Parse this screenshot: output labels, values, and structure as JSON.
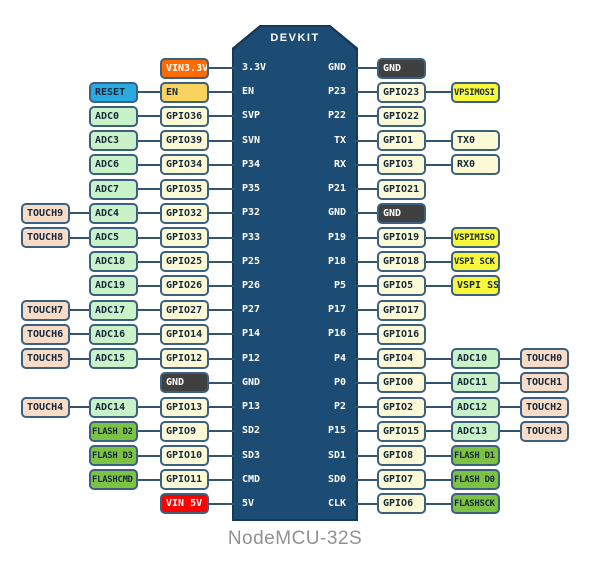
{
  "chip": {
    "title": "DEVKIT"
  },
  "board": {
    "name": "NodeMCU-32S"
  },
  "colors": {
    "chip_fill": "#1c4b73",
    "chip_border": "#143a5a",
    "wire": "#34536f",
    "box_border": "#3c6080",
    "gpio": "#fcfad6",
    "adc": "#c9f2c9",
    "touch": "#f8dcc8",
    "flash": "#7dc242",
    "special_yellow": "#f8f73c",
    "en_gold": "#f8d35e",
    "vin33_orange": "#ff6b00",
    "vin5_red": "#fe0000",
    "reset_blue": "#29abe2",
    "gnd_dark": "#404040"
  },
  "left_rows": [
    {
      "pin": "3.3V",
      "boxes": [
        {
          "col": 2,
          "label": "VIN3.3V",
          "type": "orange"
        }
      ]
    },
    {
      "pin": "EN",
      "boxes": [
        {
          "col": 1,
          "label": "RESET",
          "type": "blue"
        },
        {
          "col": 2,
          "label": "EN",
          "type": "gold"
        }
      ]
    },
    {
      "pin": "SVP",
      "boxes": [
        {
          "col": 1,
          "label": "ADC0",
          "type": "adc"
        },
        {
          "col": 2,
          "label": "GPIO36",
          "type": "gpio"
        }
      ]
    },
    {
      "pin": "SVN",
      "boxes": [
        {
          "col": 1,
          "label": "ADC3",
          "type": "adc"
        },
        {
          "col": 2,
          "label": "GPIO39",
          "type": "gpio"
        }
      ]
    },
    {
      "pin": "P34",
      "boxes": [
        {
          "col": 1,
          "label": "ADC6",
          "type": "adc"
        },
        {
          "col": 2,
          "label": "GPIO34",
          "type": "gpio"
        }
      ]
    },
    {
      "pin": "P35",
      "boxes": [
        {
          "col": 1,
          "label": "ADC7",
          "type": "adc"
        },
        {
          "col": 2,
          "label": "GPIO35",
          "type": "gpio"
        }
      ]
    },
    {
      "pin": "P32",
      "boxes": [
        {
          "col": 0,
          "label": "TOUCH9",
          "type": "touch"
        },
        {
          "col": 1,
          "label": "ADC4",
          "type": "adc"
        },
        {
          "col": 2,
          "label": "GPIO32",
          "type": "gpio"
        }
      ]
    },
    {
      "pin": "P33",
      "boxes": [
        {
          "col": 0,
          "label": "TOUCH8",
          "type": "touch"
        },
        {
          "col": 1,
          "label": "ADC5",
          "type": "adc"
        },
        {
          "col": 2,
          "label": "GPIO33",
          "type": "gpio"
        }
      ]
    },
    {
      "pin": "P25",
      "boxes": [
        {
          "col": 1,
          "label": "ADC18",
          "type": "adc"
        },
        {
          "col": 2,
          "label": "GPIO25",
          "type": "gpio"
        }
      ]
    },
    {
      "pin": "P26",
      "boxes": [
        {
          "col": 1,
          "label": "ADC19",
          "type": "adc"
        },
        {
          "col": 2,
          "label": "GPIO26",
          "type": "gpio"
        }
      ]
    },
    {
      "pin": "P27",
      "boxes": [
        {
          "col": 0,
          "label": "TOUCH7",
          "type": "touch"
        },
        {
          "col": 1,
          "label": "ADC17",
          "type": "adc"
        },
        {
          "col": 2,
          "label": "GPIO27",
          "type": "gpio"
        }
      ]
    },
    {
      "pin": "P14",
      "boxes": [
        {
          "col": 0,
          "label": "TOUCH6",
          "type": "touch"
        },
        {
          "col": 1,
          "label": "ADC16",
          "type": "adc"
        },
        {
          "col": 2,
          "label": "GPIO14",
          "type": "gpio"
        }
      ]
    },
    {
      "pin": "P12",
      "boxes": [
        {
          "col": 0,
          "label": "TOUCH5",
          "type": "touch"
        },
        {
          "col": 1,
          "label": "ADC15",
          "type": "adc"
        },
        {
          "col": 2,
          "label": "GPIO12",
          "type": "gpio"
        }
      ]
    },
    {
      "pin": "GND",
      "boxes": [
        {
          "col": 2,
          "label": "GND",
          "type": "gnd"
        }
      ]
    },
    {
      "pin": "P13",
      "boxes": [
        {
          "col": 0,
          "label": "TOUCH4",
          "type": "touch"
        },
        {
          "col": 1,
          "label": "ADC14",
          "type": "adc"
        },
        {
          "col": 2,
          "label": "GPIO13",
          "type": "gpio"
        }
      ]
    },
    {
      "pin": "SD2",
      "boxes": [
        {
          "col": 1,
          "label": "FLASH D2",
          "type": "flash"
        },
        {
          "col": 2,
          "label": "GPIO9",
          "type": "gpio"
        }
      ]
    },
    {
      "pin": "SD3",
      "boxes": [
        {
          "col": 1,
          "label": "FLASH D3",
          "type": "flash"
        },
        {
          "col": 2,
          "label": "GPIO10",
          "type": "gpio"
        }
      ]
    },
    {
      "pin": "CMD",
      "boxes": [
        {
          "col": 1,
          "label": "FLASHCMD",
          "type": "flash"
        },
        {
          "col": 2,
          "label": "GPIO11",
          "type": "gpio"
        }
      ]
    },
    {
      "pin": "5V",
      "boxes": [
        {
          "col": 2,
          "label": "VIN 5V",
          "type": "red"
        }
      ]
    }
  ],
  "right_rows": [
    {
      "pin": "GND",
      "boxes": [
        {
          "col": 0,
          "label": "GND",
          "type": "gnd"
        }
      ]
    },
    {
      "pin": "P23",
      "boxes": [
        {
          "col": 0,
          "label": "GPIO23",
          "type": "gpio"
        },
        {
          "col": 1,
          "label": "VPSIMOSI",
          "type": "yellow"
        }
      ]
    },
    {
      "pin": "P22",
      "boxes": [
        {
          "col": 0,
          "label": "GPIO22",
          "type": "gpio"
        }
      ]
    },
    {
      "pin": "TX",
      "boxes": [
        {
          "col": 0,
          "label": "GPIO1",
          "type": "gpio"
        },
        {
          "col": 1,
          "label": "TX0",
          "type": "gpio"
        }
      ]
    },
    {
      "pin": "RX",
      "boxes": [
        {
          "col": 0,
          "label": "GPIO3",
          "type": "gpio"
        },
        {
          "col": 1,
          "label": "RX0",
          "type": "gpio"
        }
      ]
    },
    {
      "pin": "P21",
      "boxes": [
        {
          "col": 0,
          "label": "GPIO21",
          "type": "gpio"
        }
      ]
    },
    {
      "pin": "GND",
      "boxes": [
        {
          "col": 0,
          "label": "GND",
          "type": "gnd"
        }
      ]
    },
    {
      "pin": "P19",
      "boxes": [
        {
          "col": 0,
          "label": "GPIO19",
          "type": "gpio"
        },
        {
          "col": 1,
          "label": "VSPIMISO",
          "type": "yellow"
        }
      ]
    },
    {
      "pin": "P18",
      "boxes": [
        {
          "col": 0,
          "label": "GPIO18",
          "type": "gpio"
        },
        {
          "col": 1,
          "label": "VSPI SCK",
          "type": "yellow"
        }
      ]
    },
    {
      "pin": "P5",
      "boxes": [
        {
          "col": 0,
          "label": "GPIO5",
          "type": "gpio"
        },
        {
          "col": 1,
          "label": "VSPI SS",
          "type": "yellow"
        }
      ]
    },
    {
      "pin": "P17",
      "boxes": [
        {
          "col": 0,
          "label": "GPIO17",
          "type": "gpio"
        }
      ]
    },
    {
      "pin": "P16",
      "boxes": [
        {
          "col": 0,
          "label": "GPIO16",
          "type": "gpio"
        }
      ]
    },
    {
      "pin": "P4",
      "boxes": [
        {
          "col": 0,
          "label": "GPIO4",
          "type": "gpio"
        },
        {
          "col": 1,
          "label": "ADC10",
          "type": "adc"
        },
        {
          "col": 2,
          "label": "TOUCH0",
          "type": "touch"
        }
      ]
    },
    {
      "pin": "P0",
      "boxes": [
        {
          "col": 0,
          "label": "GPIO0",
          "type": "gpio"
        },
        {
          "col": 1,
          "label": "ADC11",
          "type": "adc"
        },
        {
          "col": 2,
          "label": "TOUCH1",
          "type": "touch"
        }
      ]
    },
    {
      "pin": "P2",
      "boxes": [
        {
          "col": 0,
          "label": "GPIO2",
          "type": "gpio"
        },
        {
          "col": 1,
          "label": "ADC12",
          "type": "adc"
        },
        {
          "col": 2,
          "label": "TOUCH2",
          "type": "touch"
        }
      ]
    },
    {
      "pin": "P15",
      "boxes": [
        {
          "col": 0,
          "label": "GPIO15",
          "type": "gpio"
        },
        {
          "col": 1,
          "label": "ADC13",
          "type": "adc"
        },
        {
          "col": 2,
          "label": "TOUCH3",
          "type": "touch"
        }
      ]
    },
    {
      "pin": "SD1",
      "boxes": [
        {
          "col": 0,
          "label": "GPIO8",
          "type": "gpio"
        },
        {
          "col": 1,
          "label": "FLASH D1",
          "type": "flash"
        }
      ]
    },
    {
      "pin": "SD0",
      "boxes": [
        {
          "col": 0,
          "label": "GPIO7",
          "type": "gpio"
        },
        {
          "col": 1,
          "label": "FLASH D0",
          "type": "flash"
        }
      ]
    },
    {
      "pin": "CLK",
      "boxes": [
        {
          "col": 0,
          "label": "GPIO6",
          "type": "gpio"
        },
        {
          "col": 1,
          "label": "FLASHSCK",
          "type": "flash"
        }
      ]
    }
  ]
}
